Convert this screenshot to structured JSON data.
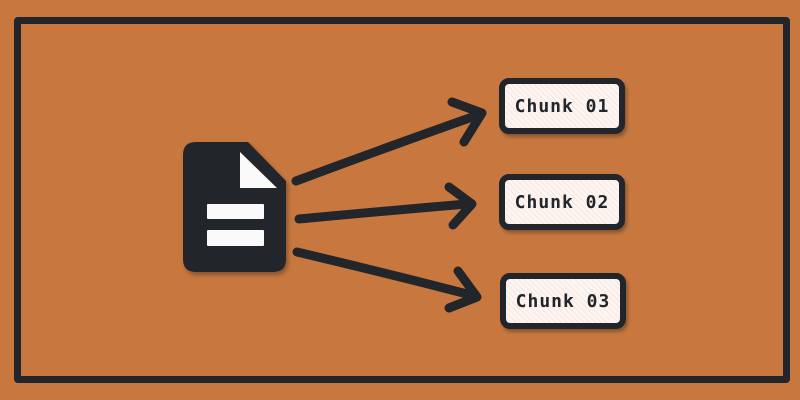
{
  "colors": {
    "canvas_bg": "#c8783f",
    "ink": "#22252a",
    "chunk_fill": "#fdf5f1",
    "chunk_hatch": "#f6e6e0",
    "paper_white": "#fafafa"
  },
  "diagram": {
    "source": {
      "icon": "document-icon"
    },
    "chunks": [
      {
        "label": "Chunk 01"
      },
      {
        "label": "Chunk 02"
      },
      {
        "label": "Chunk 03"
      }
    ],
    "arrows": [
      {
        "from": "document",
        "to": "Chunk 01"
      },
      {
        "from": "document",
        "to": "Chunk 02"
      },
      {
        "from": "document",
        "to": "Chunk 03"
      }
    ]
  }
}
